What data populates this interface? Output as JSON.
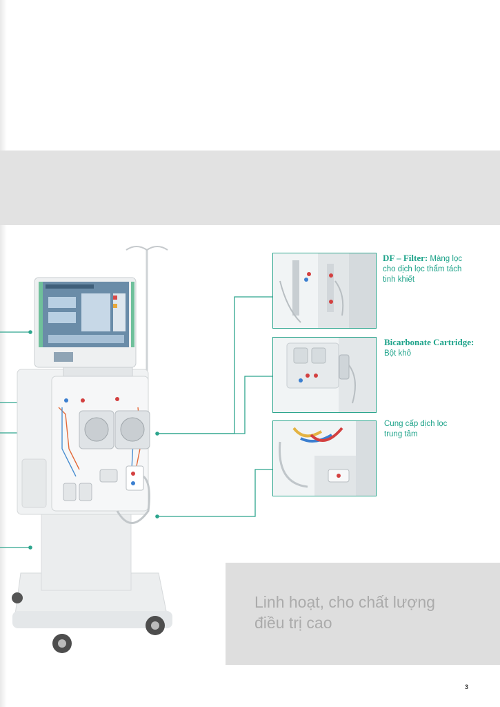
{
  "callouts": [
    {
      "title": "DF – Filter:",
      "text_first": "Màng lọc",
      "text_rest": [
        "cho dịch lọc thẩm tách",
        "tinh khiết"
      ]
    },
    {
      "title": "Bicarbonate Cartridge:",
      "text_rest": [
        "Bột khô"
      ]
    },
    {
      "title": "",
      "text_rest": [
        "Cung cấp dịch lọc",
        "trung tâm"
      ]
    }
  ],
  "tagline": {
    "line1": "Linh hoạt, cho chất lượng",
    "line2": "điều trị cao"
  },
  "page_number": "3",
  "colors": {
    "accent": "#2ca58d",
    "band": "#e2e2e2",
    "tagline_box": "#dedede"
  }
}
